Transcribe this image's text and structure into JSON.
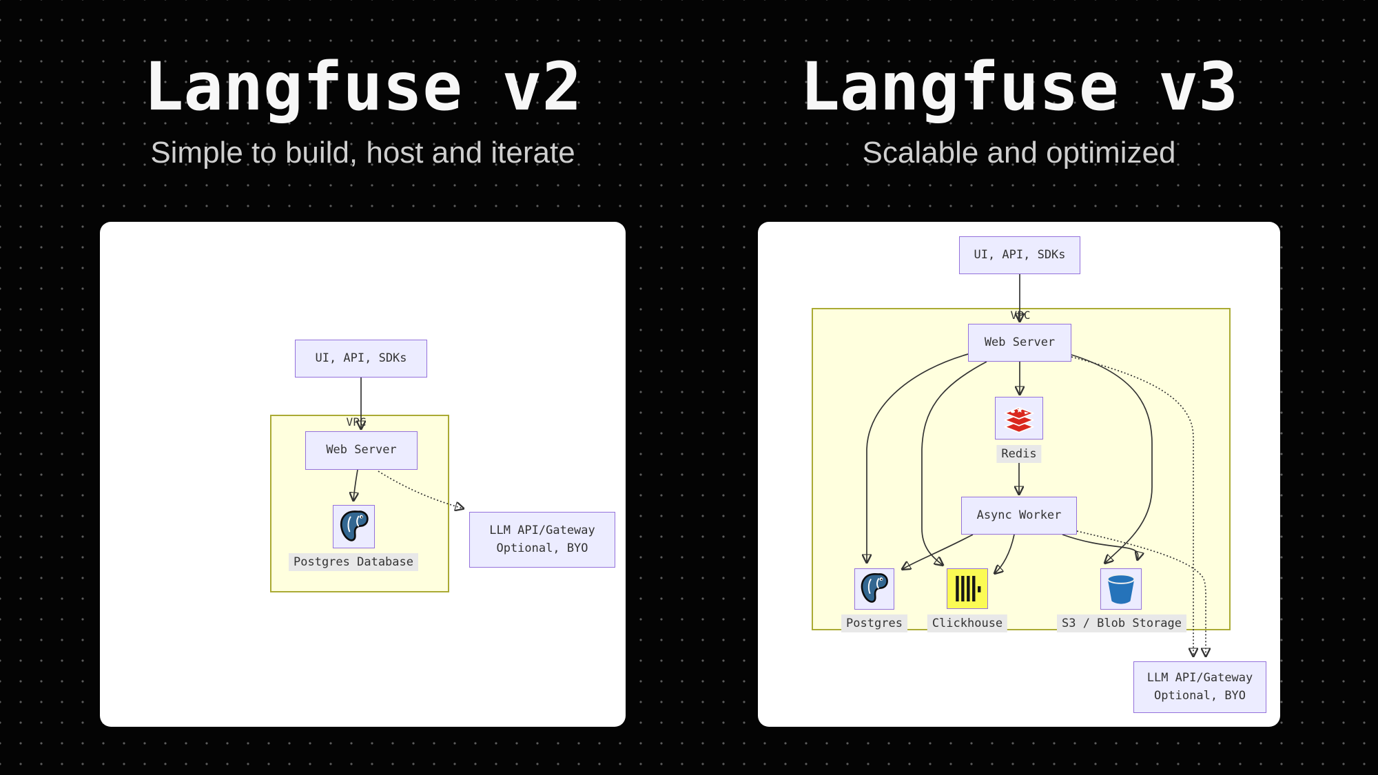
{
  "left": {
    "title": "Langfuse v2",
    "subtitle": "Simple to build, host and iterate",
    "vpc_label": "VPC",
    "nodes": {
      "ui": "UI, API, SDKs",
      "web_server": "Web Server",
      "postgres_label": "Postgres Database",
      "llm_line1": "LLM API/Gateway",
      "llm_line2": "Optional, BYO"
    }
  },
  "right": {
    "title": "Langfuse v3",
    "subtitle": "Scalable and optimized",
    "vpc_label": "VPC",
    "nodes": {
      "ui": "UI, API, SDKs",
      "web_server": "Web Server",
      "redis_label": "Redis",
      "async_worker": "Async Worker",
      "postgres_label": "Postgres",
      "clickhouse_label": "Clickhouse",
      "s3_label": "S3 / Blob Storage",
      "llm_line1": "LLM API/Gateway",
      "llm_line2": "Optional, BYO"
    }
  },
  "colors": {
    "page_bg": "#000000",
    "dot_grid": "#5d5d5d",
    "panel_bg": "#FFFFFF",
    "title_text": "#F7F7F7",
    "subtitle_text": "#CFCFCF",
    "node_fill": "#ECECFF",
    "node_border": "#9370DB",
    "cluster_fill": "#FFFFDE",
    "cluster_border": "#AAAA33",
    "edge": "#333333",
    "label_chip_bg": "#E8E8E8",
    "diagram_text": "#333333",
    "redis_red": "#D9281E",
    "postgres_blue": "#336791",
    "clickhouse_yellow": "#FBFB54",
    "s3_blue": "#2573BA"
  }
}
